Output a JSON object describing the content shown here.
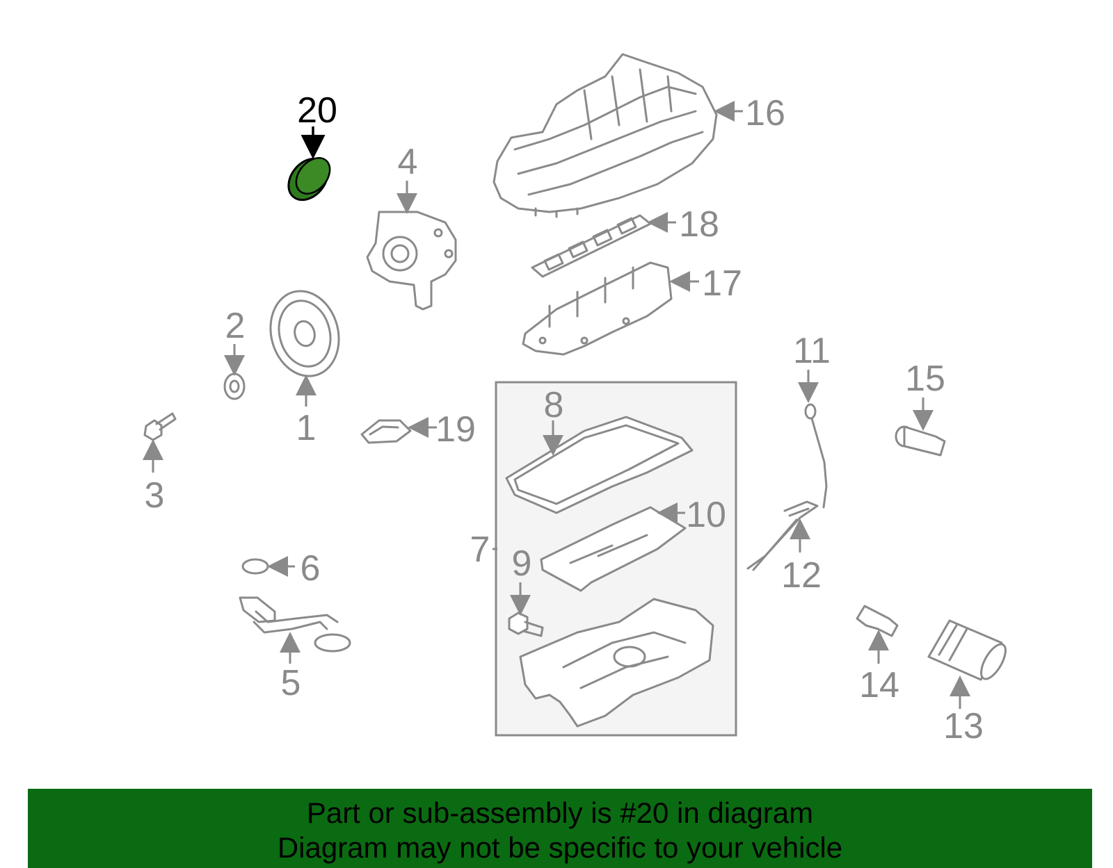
{
  "callouts": [
    {
      "id": "1",
      "label": "1"
    },
    {
      "id": "2",
      "label": "2"
    },
    {
      "id": "3",
      "label": "3"
    },
    {
      "id": "4",
      "label": "4"
    },
    {
      "id": "5",
      "label": "5"
    },
    {
      "id": "6",
      "label": "6"
    },
    {
      "id": "7",
      "label": "7"
    },
    {
      "id": "8",
      "label": "8"
    },
    {
      "id": "9",
      "label": "9"
    },
    {
      "id": "10",
      "label": "10"
    },
    {
      "id": "11",
      "label": "11"
    },
    {
      "id": "12",
      "label": "12"
    },
    {
      "id": "13",
      "label": "13"
    },
    {
      "id": "14",
      "label": "14"
    },
    {
      "id": "15",
      "label": "15"
    },
    {
      "id": "16",
      "label": "16"
    },
    {
      "id": "17",
      "label": "17"
    },
    {
      "id": "18",
      "label": "18"
    },
    {
      "id": "19",
      "label": "19"
    },
    {
      "id": "20",
      "label": "20",
      "highlighted": true
    }
  ],
  "highlight_color": "#0b6b12",
  "banner": {
    "line1": "Part or sub-assembly is #20 in diagram",
    "line2": "Diagram may not be specific to your vehicle",
    "background": "#0b6b12"
  }
}
